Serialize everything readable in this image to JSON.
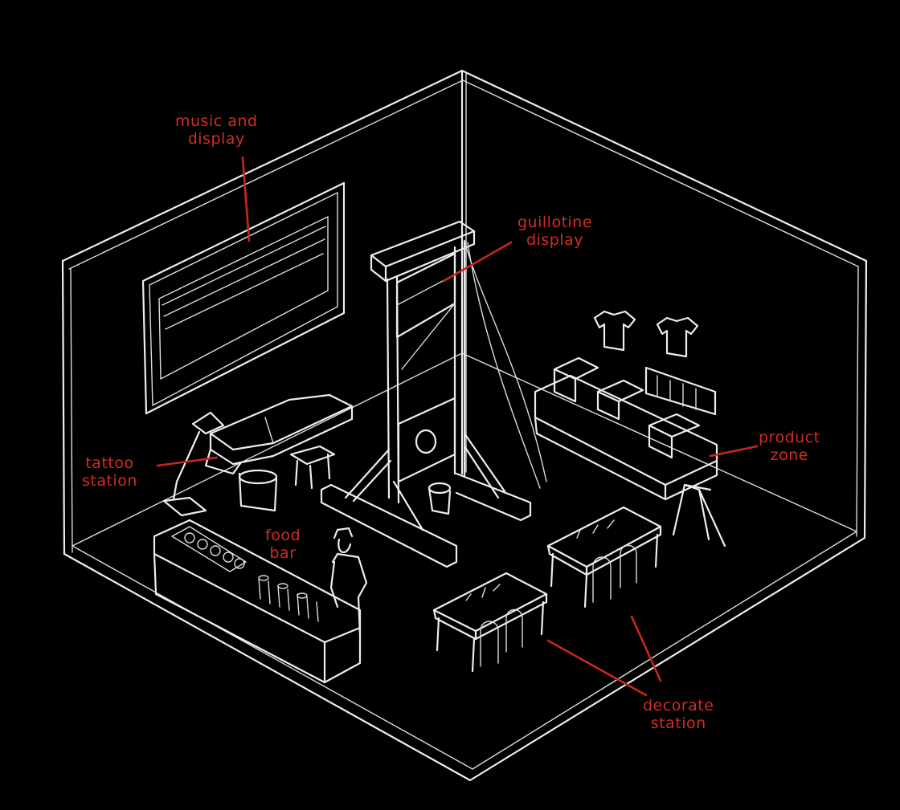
{
  "labels": {
    "music_display": {
      "line1": "music and",
      "line2": "display"
    },
    "guillotine_display": {
      "line1": "guillotine",
      "line2": "display"
    },
    "tattoo_station": {
      "line1": "tattoo",
      "line2": "station"
    },
    "food_bar": {
      "line1": "food",
      "line2": "bar"
    },
    "product_zone": {
      "line1": "product",
      "line2": "zone"
    },
    "decorate_station": {
      "line1": "decorate",
      "line2": "station"
    }
  },
  "colors": {
    "background": "#000000",
    "sketch_line": "#ededed",
    "annotation": "#d22d20"
  }
}
